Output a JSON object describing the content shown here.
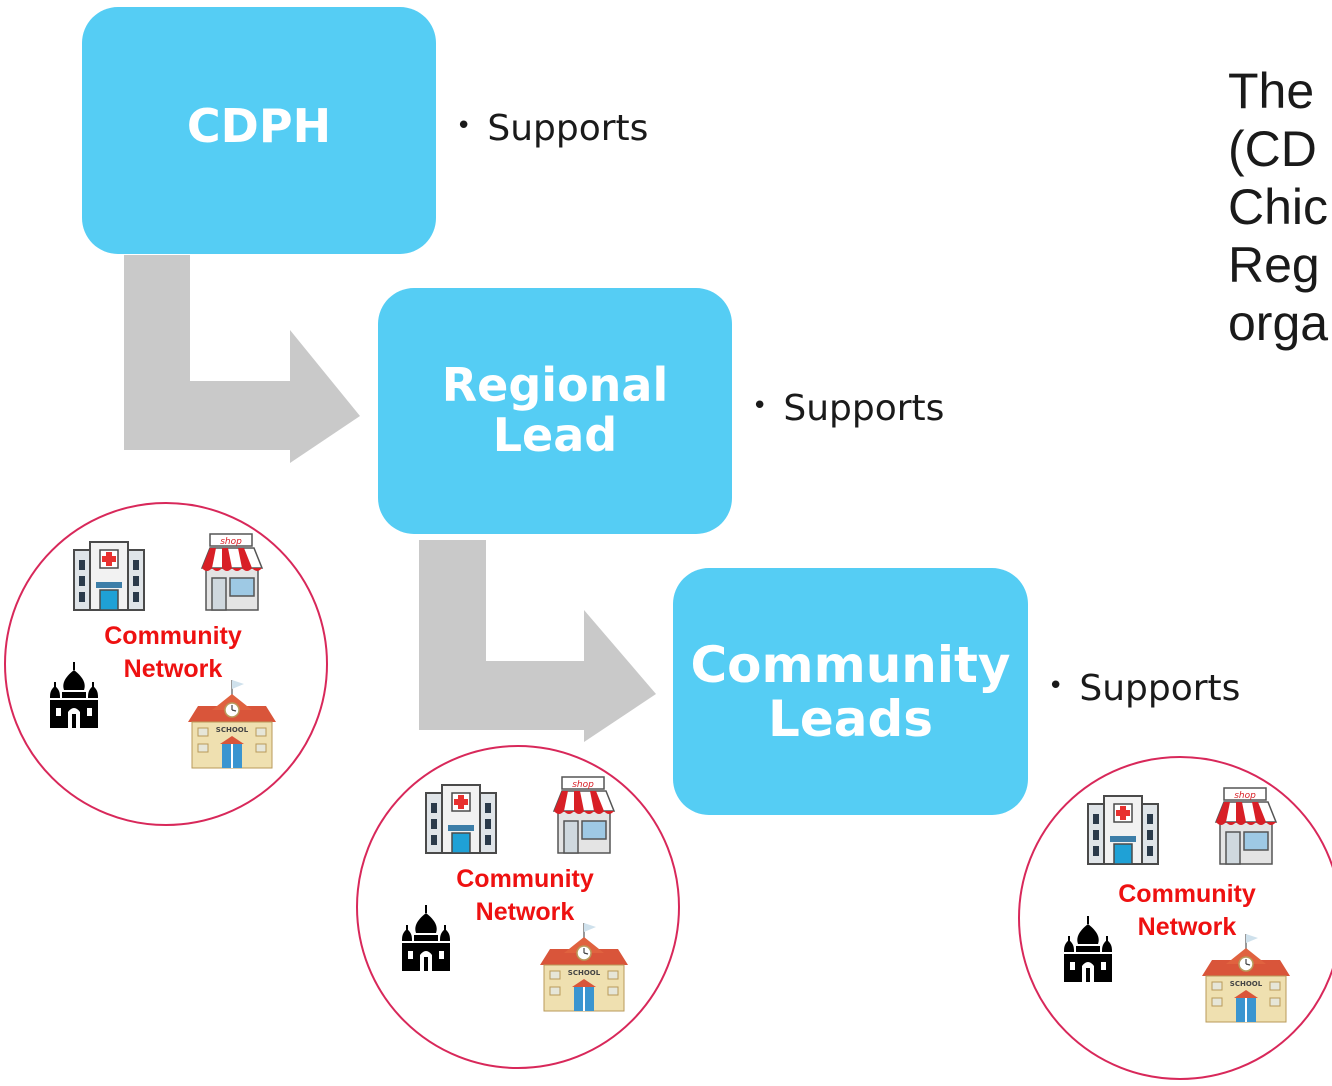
{
  "colors": {
    "box": "#55cdf4",
    "arrow": "#c9c9c9",
    "circle_stroke": "#d8285a",
    "network_text": "#ee1111"
  },
  "boxes": [
    {
      "id": "cdph",
      "label": "CDPH"
    },
    {
      "id": "regional",
      "label": "Regional\nLead"
    },
    {
      "id": "community",
      "label": "Community\nLeads"
    }
  ],
  "bullets": [
    {
      "text": "Supports"
    },
    {
      "text": "Supports"
    },
    {
      "text": "Supports"
    }
  ],
  "side_text": {
    "lines": [
      "The",
      "(CD",
      "Chic",
      "Reg",
      "orga"
    ]
  },
  "network": {
    "line1": "Community",
    "line2": "Network",
    "shop_sign": "shop",
    "school_sign": "SCHOOL",
    "icons": [
      "hospital-icon",
      "shop-icon",
      "mosque-icon",
      "school-icon"
    ]
  }
}
